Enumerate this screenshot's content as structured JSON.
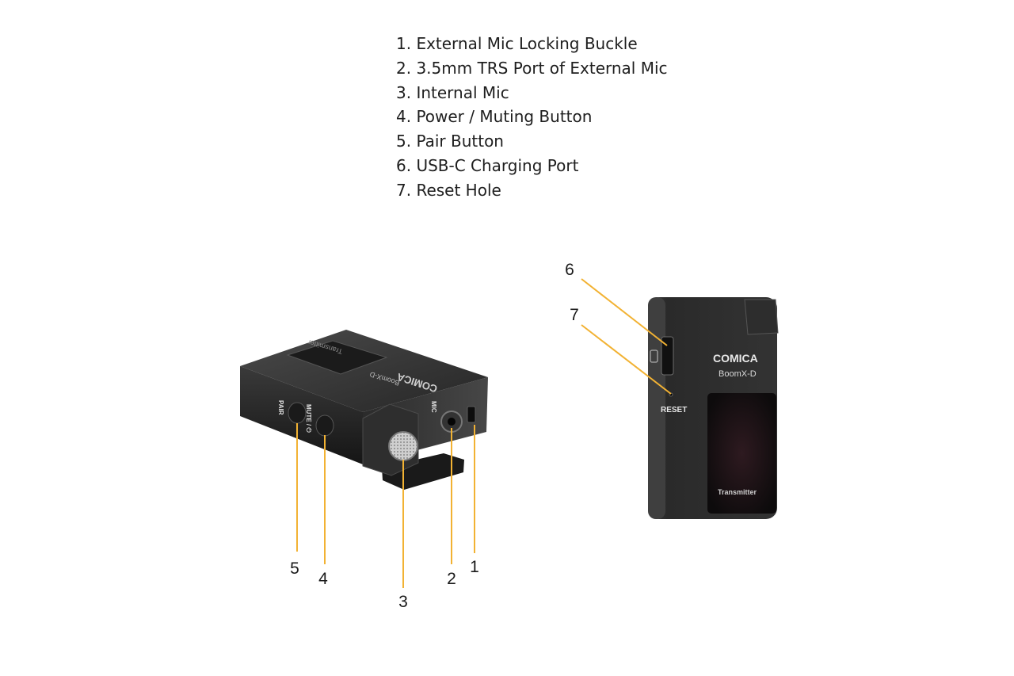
{
  "legend": [
    "1. External Mic Locking Buckle",
    "2. 3.5mm TRS Port of External Mic",
    "3. Internal Mic",
    "4. Power / Muting Button",
    "5. Pair Button",
    "6. USB-C Charging Port",
    "7. Reset Hole"
  ],
  "callouts": {
    "c1": "1",
    "c2": "2",
    "c3": "3",
    "c4": "4",
    "c5": "5",
    "c6": "6",
    "c7": "7"
  },
  "device_left": {
    "brand": "COMICA",
    "model": "BoomX-D",
    "lcd_label": "Transmitter",
    "pair": "PAIR",
    "mute": "MUTE / ⏻",
    "mic": "MIC"
  },
  "device_right": {
    "brand": "COMICA",
    "model": "BoomX-D",
    "reset": "RESET",
    "screen_label": "Transmitter"
  },
  "colors": {
    "leader": "#f2b233",
    "body": "#2c2c2c",
    "background": "#ffffff"
  }
}
